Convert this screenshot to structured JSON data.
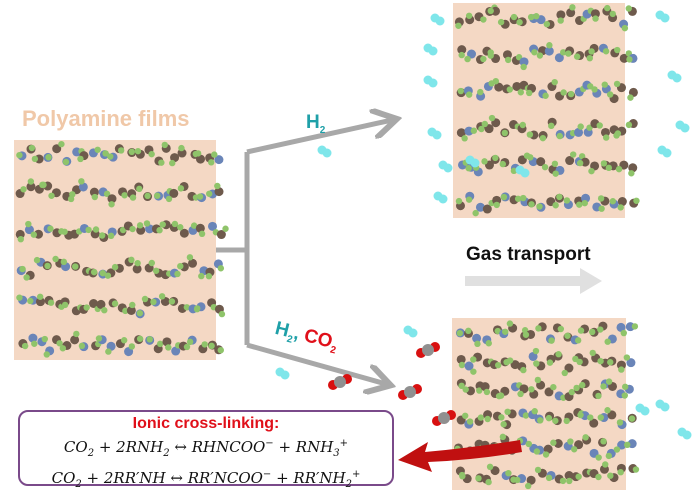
{
  "title": "Polyamine films",
  "top_branch_label": {
    "gas": "H",
    "sub": "2"
  },
  "bottom_branch_label": {
    "gas1": "H",
    "sub1": "2",
    "sep": ",",
    "gas2": "CO",
    "sub2": "2"
  },
  "gas_transport_label": "Gas transport",
  "equation_box": {
    "title": "Ionic cross-linking:",
    "eq1": {
      "lhs": "CO",
      "lhs_sub": "2",
      "mid": " + 2RNH",
      "mid_sub": "2",
      "arrow": " ↔ ",
      "p1": "RHNCOO",
      "p1_sup": "−",
      "plus": " + RNH",
      "p2_sub": "3",
      "p2_sup": "+"
    },
    "eq2": {
      "lhs": "CO",
      "lhs_sub": "2",
      "mid": " + 2RR′NH",
      "arrow": " ↔ ",
      "p1": "RR′NCOO",
      "p1_sup": "−",
      "plus": " + RR′NH",
      "p2_sub": "2",
      "p2_sup": "+"
    }
  },
  "colors": {
    "film": "#f4d8c4",
    "arrow": "#a8a8a8",
    "h2": "#7fe6ea",
    "co2_o": "#d81010",
    "co2_c": "#909090",
    "box_border": "#7a4a8a",
    "red_arrow": "#c01010"
  }
}
